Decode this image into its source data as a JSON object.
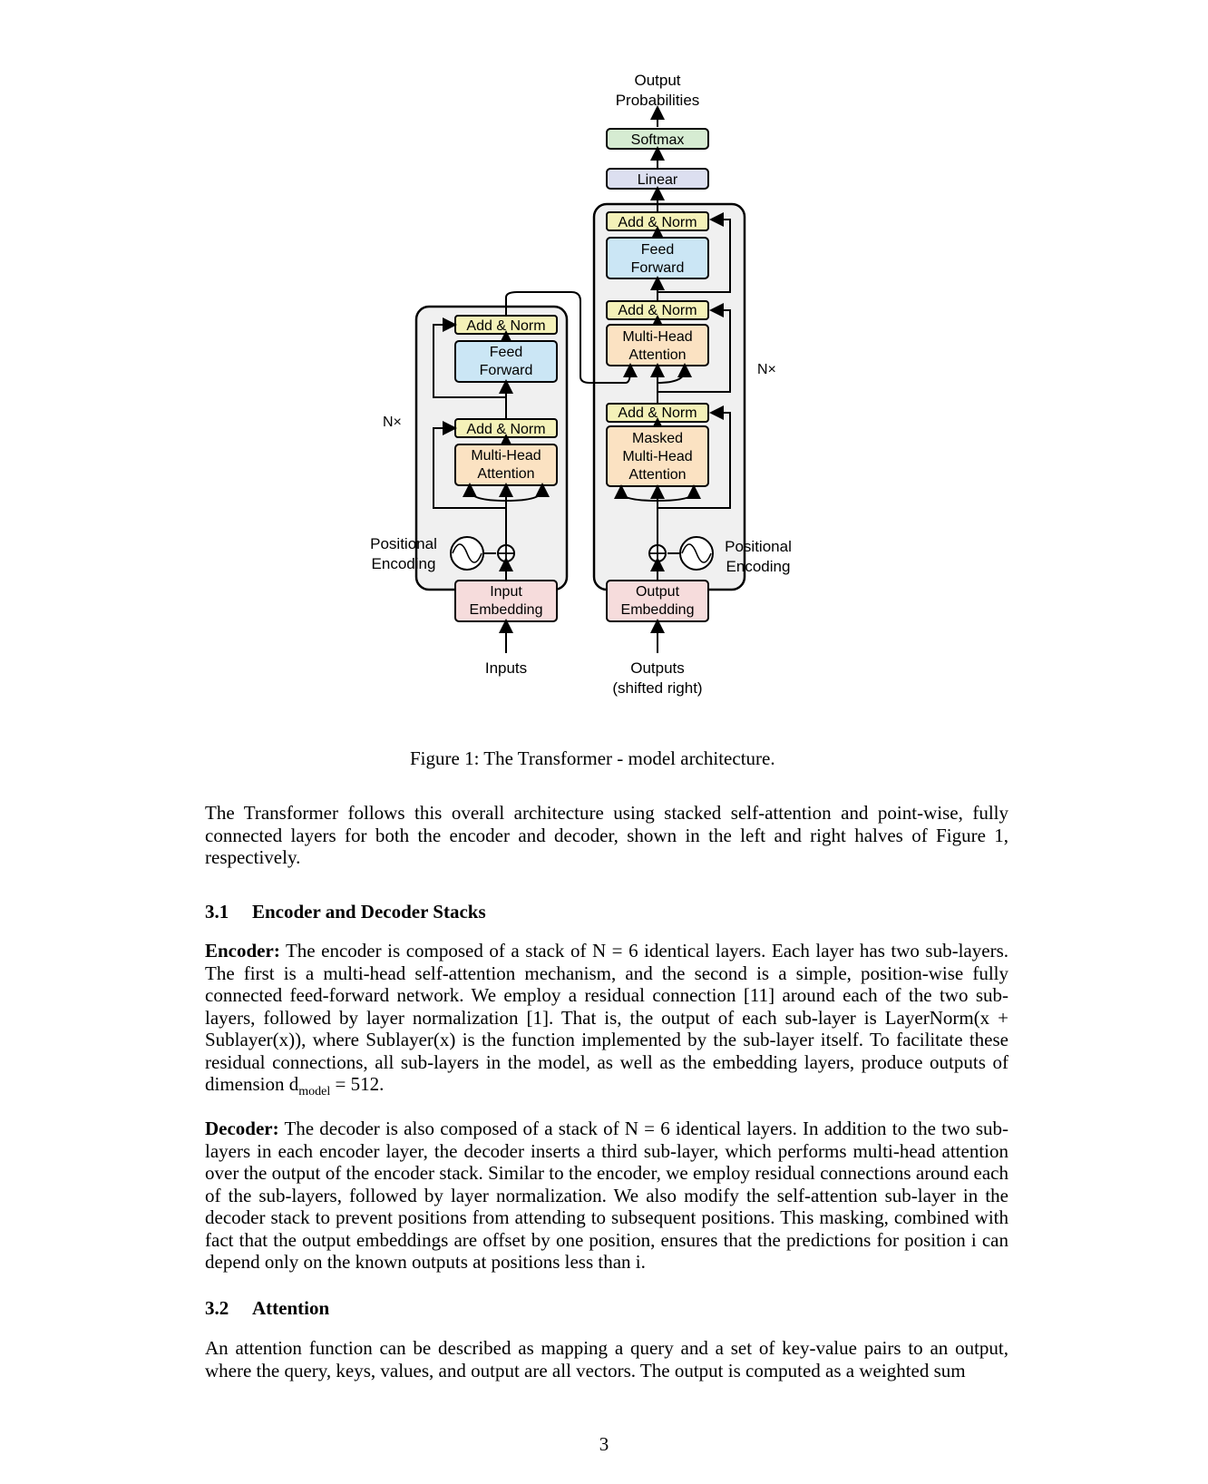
{
  "diagram": {
    "output_probabilities": [
      "Output",
      "Probabilities"
    ],
    "softmax": "Softmax",
    "linear": "Linear",
    "add_norm": "Add & Norm",
    "feed_forward": [
      "Feed",
      "Forward"
    ],
    "multi_head_attention": [
      "Multi-Head",
      "Attention"
    ],
    "masked_multi_head_attention": [
      "Masked",
      "Multi-Head",
      "Attention"
    ],
    "nx_left": "N×",
    "nx_right": "N×",
    "positional_encoding": [
      "Positional",
      "Encoding"
    ],
    "input_embedding": [
      "Input",
      "Embedding"
    ],
    "output_embedding": [
      "Output",
      "Embedding"
    ],
    "inputs": "Inputs",
    "outputs": [
      "Outputs",
      "(shifted right)"
    ],
    "colors": {
      "softmax": "#d6ecd2",
      "linear": "#dcdff0",
      "add_norm": "#f4f1b8",
      "feed_forward": "#cbe6f5",
      "attention": "#fbe2c2",
      "embedding": "#f6dcdc",
      "stack": "#f0f0f0",
      "overlay_box": "#e1262c",
      "overlay_label": "#1f35ff"
    }
  },
  "caption": "Figure 1: The Transformer - model architecture.",
  "intro": "The Transformer follows this overall architecture using stacked self-attention and point-wise, fully connected layers for both the encoder and decoder, shown in the left and right halves of Figure 1, respectively.",
  "section_3_1": {
    "num": "3.1",
    "title": "Encoder and Decoder Stacks"
  },
  "encoder_para": {
    "lead": "Encoder:",
    "text": "The encoder is composed of a stack of N = 6 identical layers. Each layer has two sub-layers. The first is a multi-head self-attention mechanism, and the second is a simple, position-wise fully connected feed-forward network. We employ a residual connection [11] around each of the two sub-layers, followed by layer normalization [1]. That is, the output of each sub-layer is LayerNorm(x + Sublayer(x)), where Sublayer(x) is the function implemented by the sub-layer itself. To facilitate these residual connections, all sub-layers in the model, as well as the embedding layers, produce outputs of dimension d",
    "sub": "model",
    "tail": " = 512."
  },
  "decoder_para": {
    "lead": "Decoder:",
    "text": "The decoder is also composed of a stack of N = 6 identical layers. In addition to the two sub-layers in each encoder layer, the decoder inserts a third sub-layer, which performs multi-head attention over the output of the encoder stack. Similar to the encoder, we employ residual connections around each of the sub-layers, followed by layer normalization. We also modify the self-attention sub-layer in the decoder stack to prevent positions from attending to subsequent positions. This masking, combined with fact that the output embeddings are offset by one position, ensures that the predictions for position i can depend only on the known outputs at positions less than i."
  },
  "section_3_2": {
    "num": "3.2",
    "title": "Attention"
  },
  "attention_para": "An attention function can be described as mapping a query and a set of key-value pairs to an output, where the query, keys, values, and output are all vectors. The output is computed as a weighted sum",
  "page_number": "3"
}
